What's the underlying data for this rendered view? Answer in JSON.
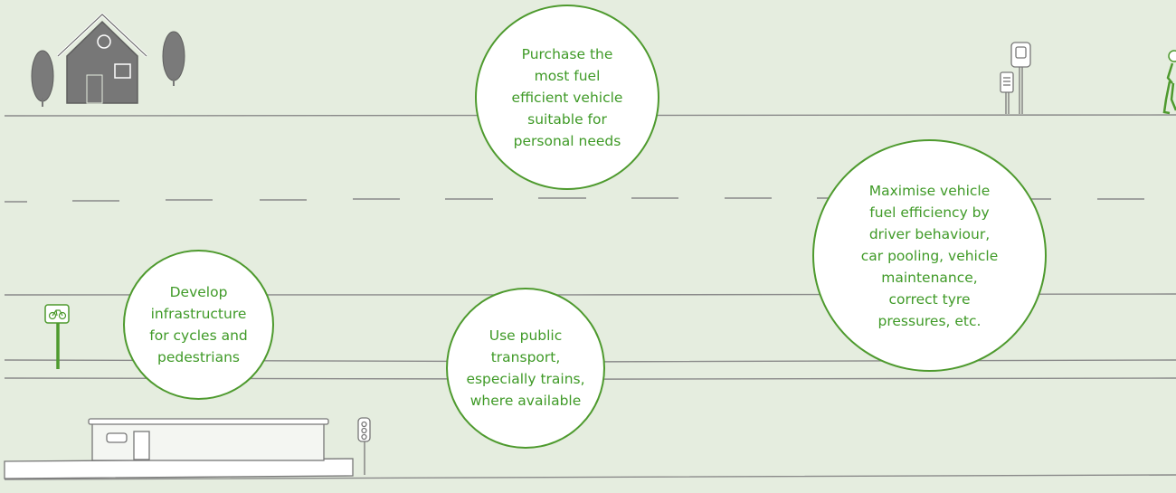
{
  "colors": {
    "background": "#e5eddf",
    "accent_green": "#4e9a2e",
    "text_green": "#3f9a27",
    "line_gray": "#8a8a8a",
    "house_gray": "#7a7a7a"
  },
  "icons": [
    "house-icon",
    "tree-icon",
    "bus-stop-icon",
    "pedestrian-icon",
    "cycle-sign-icon",
    "station-icon",
    "traffic-light-icon"
  ],
  "bubbles": {
    "purchase": "Purchase the\nmost fuel\nefficient vehicle\nsuitable for\npersonal needs",
    "maximise": "Maximise vehicle\nfuel efficiency by\ndriver behaviour,\ncar pooling, vehicle\nmaintenance,\ncorrect tyre\npressures, etc.",
    "develop": "Develop\ninfrastructure\nfor cycles and\npedestrians",
    "public_transport": "Use public\ntransport,\nespecially trains,\nwhere available"
  }
}
